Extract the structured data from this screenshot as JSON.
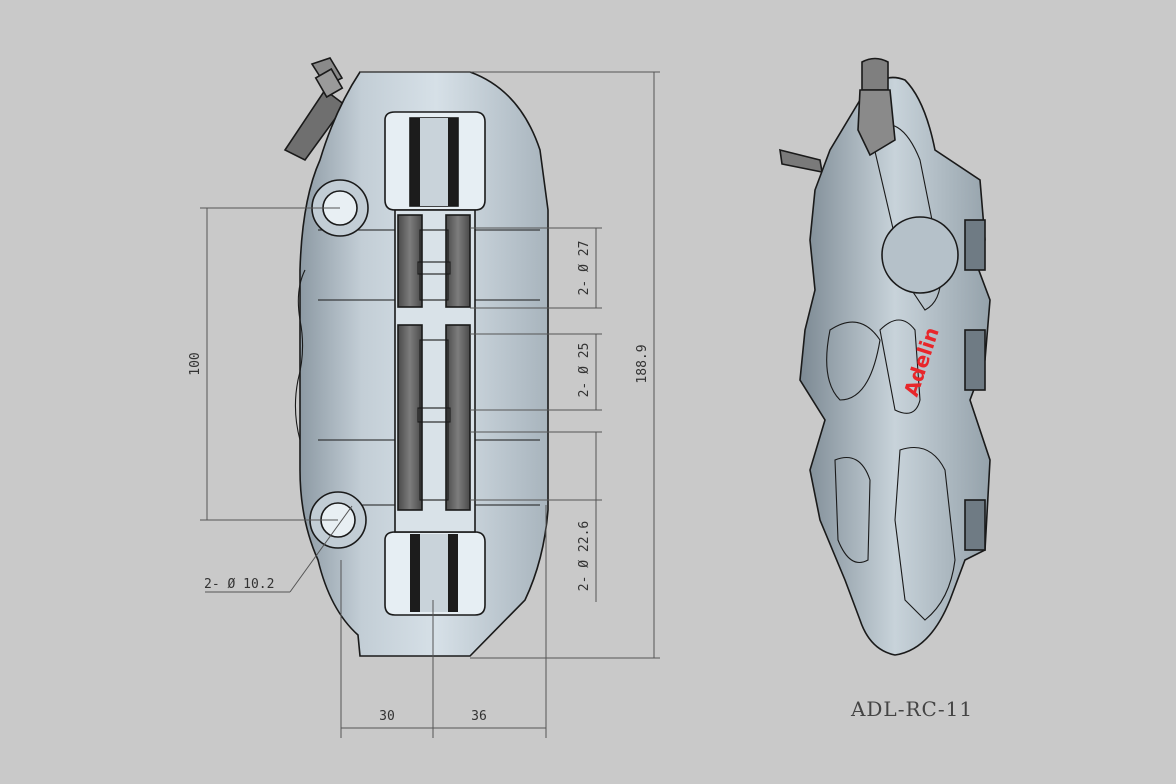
{
  "dimensions": {
    "bolt_spacing": "100",
    "overall_length": "188.9",
    "piston_top": "2- Ø 27",
    "piston_middle": "2- Ø 25",
    "piston_bottom": "2- Ø 22.6",
    "bolt_hole": "2- Ø 10.2",
    "offset_left": "30",
    "offset_right": "36"
  },
  "brand_logo": "Adelin",
  "model_label": "ADL-RC-11",
  "colors": {
    "background": "#c9c9c9",
    "body": "#b8c4cc",
    "body_light": "#dfe8ee",
    "body_dark": "#7d8a94",
    "brand": "#e8262a"
  }
}
